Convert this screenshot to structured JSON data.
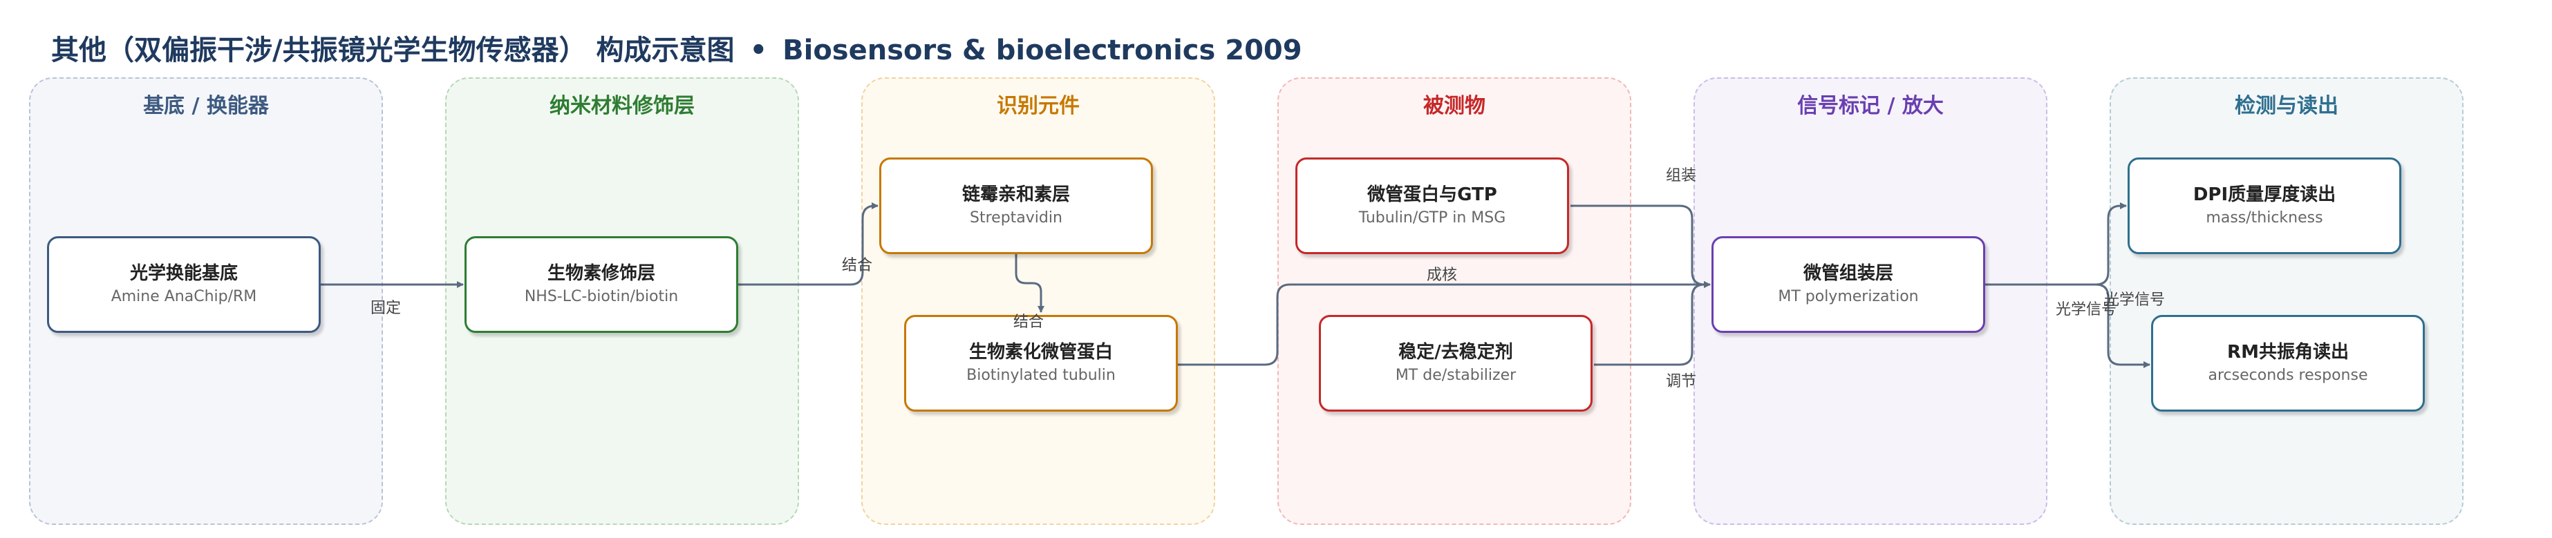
{
  "title": {
    "cn": "其他（双偏振干涉/共振镜光学生物传感器） 构成示意图",
    "sep": "•",
    "en": "Biosensors & bioelectronics 2009"
  },
  "lanes": [
    {
      "label": "基底 / 换能器",
      "color": "#3d5a80",
      "fill": "#f4f6fa",
      "border": "#b9c3d6"
    },
    {
      "label": "纳米材料修饰层",
      "color": "#2e7d32",
      "fill": "#f1f8f1",
      "border": "#b8d6b8"
    },
    {
      "label": "识别元件",
      "color": "#c77800",
      "fill": "#fffaf0",
      "border": "#f0d3a0"
    },
    {
      "label": "被测物",
      "color": "#c62828",
      "fill": "#fff4f4",
      "border": "#f0b8b8"
    },
    {
      "label": "信号标记 / 放大",
      "color": "#6a3fb0",
      "fill": "#f6f3fb",
      "border": "#cbbde6"
    },
    {
      "label": "检测与读出",
      "color": "#2f6f8f",
      "fill": "#f3f7f8",
      "border": "#b7cbd5"
    }
  ],
  "nodes": {
    "substrate": {
      "main": "光学换能基底",
      "sub": "Amine AnaChip/RM"
    },
    "biotin": {
      "main": "生物素修饰层",
      "sub": "NHS-LC-biotin/biotin"
    },
    "streptavidin": {
      "main": "链霉亲和素层",
      "sub": "Streptavidin"
    },
    "btubulin": {
      "main": "生物素化微管蛋白",
      "sub": "Biotinylated tubulin"
    },
    "tubulin_gtp": {
      "main": "微管蛋白与GTP",
      "sub": "Tubulin/GTP in MSG"
    },
    "stabilizer": {
      "main": "稳定/去稳定剂",
      "sub": "MT de/stabilizer"
    },
    "mt_layer": {
      "main": "微管组装层",
      "sub": "MT polymerization"
    },
    "dpi": {
      "main": "DPI质量厚度读出",
      "sub": "mass/thickness"
    },
    "rm": {
      "main": "RM共振角读出",
      "sub": "arcseconds response"
    }
  },
  "edge_labels": {
    "fix": "固定",
    "bind1": "结合",
    "bind2": "结合",
    "nucleation": "成核",
    "assemble": "组装",
    "regulate": "调节",
    "optical1": "光学信号",
    "optical2": "光学信号"
  },
  "colors": {
    "edge": "#5a6b80",
    "title": "#1f3a5f"
  }
}
